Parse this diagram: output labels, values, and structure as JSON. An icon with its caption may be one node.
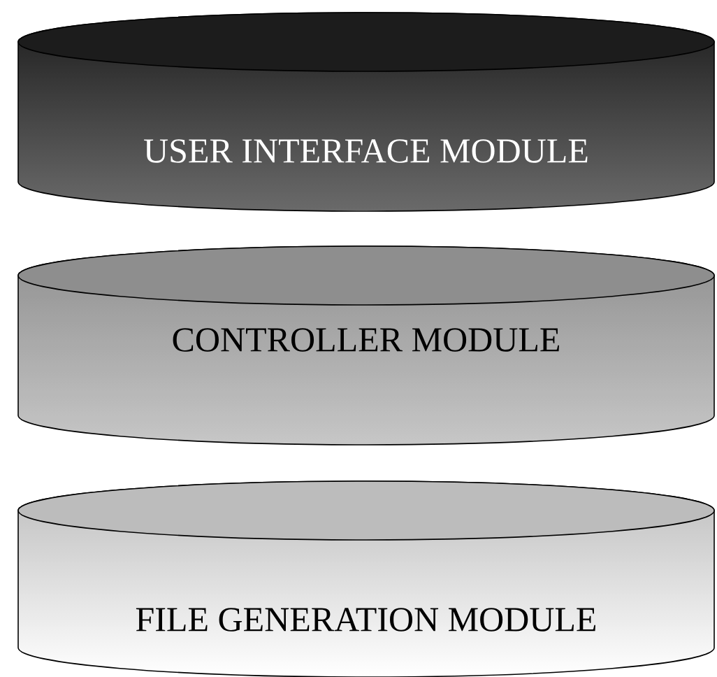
{
  "diagram": {
    "nodes": [
      {
        "text": [
          "USER INTERFACE MODULE"
        ]
      },
      {
        "text": [
          "CONTROLLER MODULE"
        ]
      },
      {
        "text": [
          "FILE GENERATION MODULE"
        ]
      }
    ]
  }
}
